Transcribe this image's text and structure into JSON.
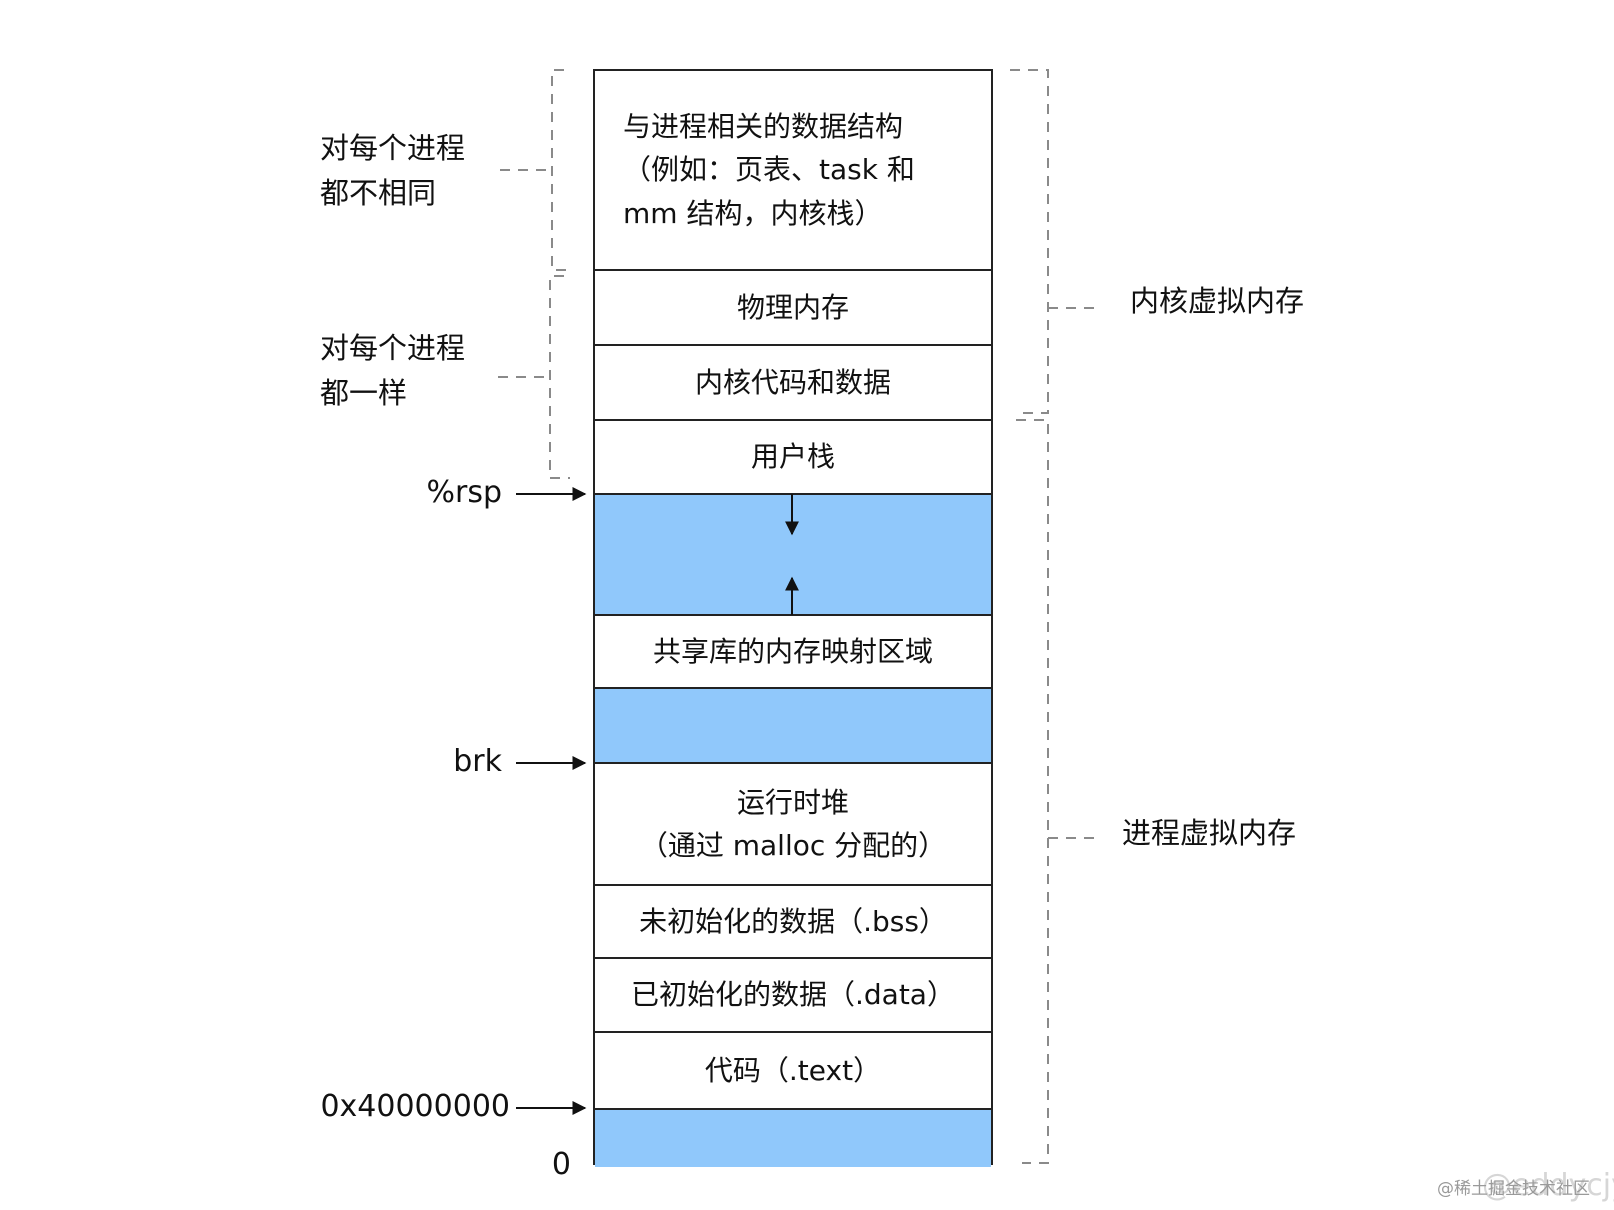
{
  "segments": [
    {
      "label": "与进程相关的数据结构\n（例如：页表、task 和\nmm 结构，内核栈）"
    },
    {
      "label": "物理内存"
    },
    {
      "label": "内核代码和数据"
    },
    {
      "label": "用户栈"
    },
    {
      "label": ""
    },
    {
      "label": "共享库的内存映射区域"
    },
    {
      "label": ""
    },
    {
      "label": "运行时堆\n（通过 malloc 分配的）"
    },
    {
      "label": "未初始化的数据（.bss）"
    },
    {
      "label": "已初始化的数据（.data）"
    },
    {
      "label": "代码（.text）"
    },
    {
      "label": ""
    }
  ],
  "left_labels": {
    "different": "对每个进程\n都不相同",
    "same": "对每个进程\n都一样"
  },
  "right_labels": {
    "kernel": "内核虚拟内存",
    "process": "进程虚拟内存"
  },
  "pointers": {
    "rsp": "%rsp",
    "brk": "brk",
    "start": "0x40000000",
    "zero": "0"
  },
  "colors": {
    "free_region": "#90c8fb",
    "line": "#222222",
    "bracket": "#8a8a8a"
  },
  "watermark": {
    "site": "@稀土掘金技术社区",
    "author": "@eddycjy"
  }
}
